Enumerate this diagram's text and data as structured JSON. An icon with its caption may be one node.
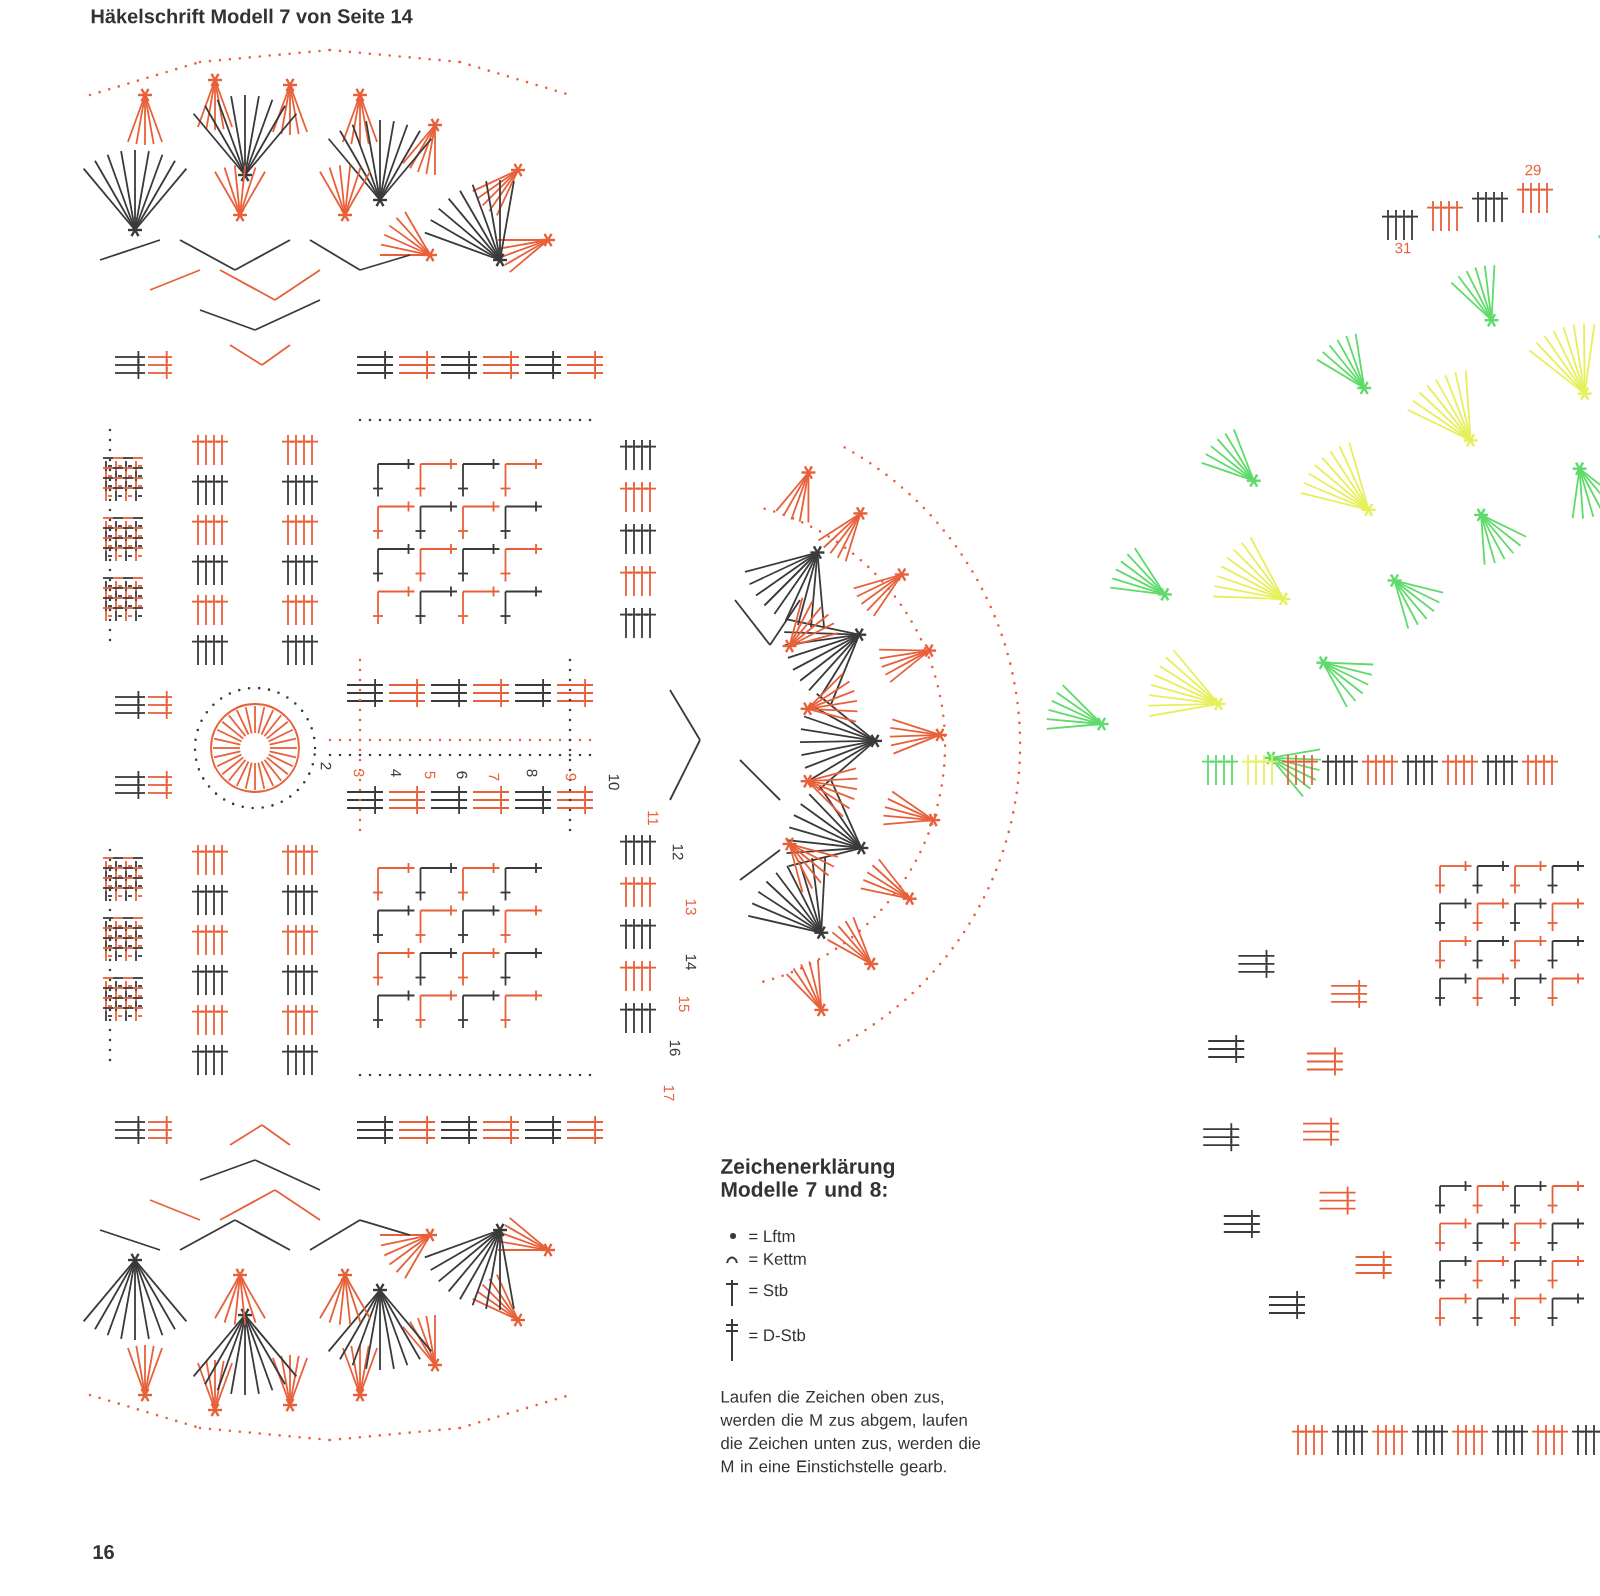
{
  "diagram": {
    "title": "Häkelschrift Modell 7 von Seite 14",
    "labels": [
      "2",
      "3",
      "4",
      "5",
      "6",
      "7",
      "8",
      "9",
      "10",
      "11",
      "12",
      "13",
      "14",
      "15",
      "16",
      "17",
      "29",
      "31",
      "Zeichenerklärung Modelle 7 und 8:",
      "Laufen die Zeichen oben zus, werden die M zus abgem, laufen die Zeichen unten zus, werden die M in eine Einstichstelle gearb.",
      "16"
    ],
    "legend": [
      {
        "text": "= Lftm"
      },
      {
        "text": "= Kettm"
      },
      {
        "text": "= Stb"
      },
      {
        "text": "= D-Stb"
      }
    ]
  }
}
